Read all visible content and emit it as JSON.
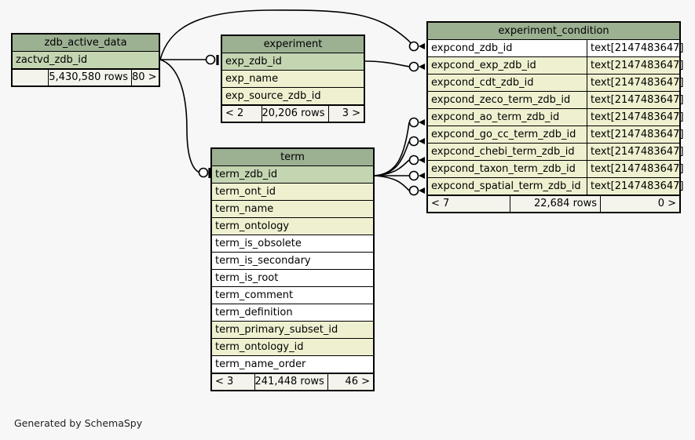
{
  "diagram": {
    "kind": "database-schema-er-diagram",
    "footnote": "Generated by SchemaSpy",
    "background_color": "#f7f7f7",
    "colors": {
      "header": "#9cb092",
      "primary_key_row": "#c4d5b2",
      "foreign_key_row": "#eff0d0",
      "plain_row": "#ffffff",
      "border": "#000000",
      "footer": "#f4f4ec"
    }
  },
  "tables": [
    {
      "id": "zdb_active_data",
      "title": "zdb_active_data",
      "columns": [
        {
          "name": "zactvd_zdb_id",
          "type": "",
          "style": "pk"
        }
      ],
      "footer": {
        "left": "",
        "middle": "5,430,580 rows",
        "right": "80 >"
      }
    },
    {
      "id": "experiment",
      "title": "experiment",
      "columns": [
        {
          "name": "exp_zdb_id",
          "type": "",
          "style": "pk"
        },
        {
          "name": "exp_name",
          "type": "",
          "style": "fk"
        },
        {
          "name": "exp_source_zdb_id",
          "type": "",
          "style": "fk"
        }
      ],
      "footer": {
        "left": "< 2",
        "middle": "20,206 rows",
        "right": "3 >"
      }
    },
    {
      "id": "term",
      "title": "term",
      "columns": [
        {
          "name": "term_zdb_id",
          "type": "",
          "style": "pk"
        },
        {
          "name": "term_ont_id",
          "type": "",
          "style": "fk"
        },
        {
          "name": "term_name",
          "type": "",
          "style": "fk"
        },
        {
          "name": "term_ontology",
          "type": "",
          "style": "fk"
        },
        {
          "name": "term_is_obsolete",
          "type": "",
          "style": "plain"
        },
        {
          "name": "term_is_secondary",
          "type": "",
          "style": "plain"
        },
        {
          "name": "term_is_root",
          "type": "",
          "style": "plain"
        },
        {
          "name": "term_comment",
          "type": "",
          "style": "plain"
        },
        {
          "name": "term_definition",
          "type": "",
          "style": "plain"
        },
        {
          "name": "term_primary_subset_id",
          "type": "",
          "style": "fk"
        },
        {
          "name": "term_ontology_id",
          "type": "",
          "style": "fk"
        },
        {
          "name": "term_name_order",
          "type": "",
          "style": "plain"
        }
      ],
      "footer": {
        "left": "< 3",
        "middle": "241,448 rows",
        "right": "46 >"
      }
    },
    {
      "id": "experiment_condition",
      "title": "experiment_condition",
      "columns": [
        {
          "name": "expcond_zdb_id",
          "type": "text[2147483647]",
          "style": "plain"
        },
        {
          "name": "expcond_exp_zdb_id",
          "type": "text[2147483647]",
          "style": "fk"
        },
        {
          "name": "expcond_cdt_zdb_id",
          "type": "text[2147483647]",
          "style": "fk"
        },
        {
          "name": "expcond_zeco_term_zdb_id",
          "type": "text[2147483647]",
          "style": "fk"
        },
        {
          "name": "expcond_ao_term_zdb_id",
          "type": "text[2147483647]",
          "style": "fk"
        },
        {
          "name": "expcond_go_cc_term_zdb_id",
          "type": "text[2147483647]",
          "style": "fk"
        },
        {
          "name": "expcond_chebi_term_zdb_id",
          "type": "text[2147483647]",
          "style": "fk"
        },
        {
          "name": "expcond_taxon_term_zdb_id",
          "type": "text[2147483647]",
          "style": "fk"
        },
        {
          "name": "expcond_spatial_term_zdb_id",
          "type": "text[2147483647]",
          "style": "fk"
        }
      ],
      "footer": {
        "left": "< 7",
        "middle": "22,684 rows",
        "right": "0 >"
      }
    }
  ],
  "relationships": [
    {
      "from": "zdb_active_data.zactvd_zdb_id",
      "to": "experiment.exp_zdb_id"
    },
    {
      "from": "zdb_active_data.zactvd_zdb_id",
      "to": "term.term_zdb_id"
    },
    {
      "from": "zdb_active_data.zactvd_zdb_id",
      "to": "experiment_condition.expcond_zdb_id"
    },
    {
      "from": "experiment.exp_zdb_id",
      "to": "experiment_condition.expcond_exp_zdb_id"
    },
    {
      "from": "term.term_zdb_id",
      "to": "experiment_condition.expcond_ao_term_zdb_id"
    },
    {
      "from": "term.term_zdb_id",
      "to": "experiment_condition.expcond_go_cc_term_zdb_id"
    },
    {
      "from": "term.term_zdb_id",
      "to": "experiment_condition.expcond_chebi_term_zdb_id"
    },
    {
      "from": "term.term_zdb_id",
      "to": "experiment_condition.expcond_taxon_term_zdb_id"
    },
    {
      "from": "term.term_zdb_id",
      "to": "experiment_condition.expcond_spatial_term_zdb_id"
    }
  ]
}
